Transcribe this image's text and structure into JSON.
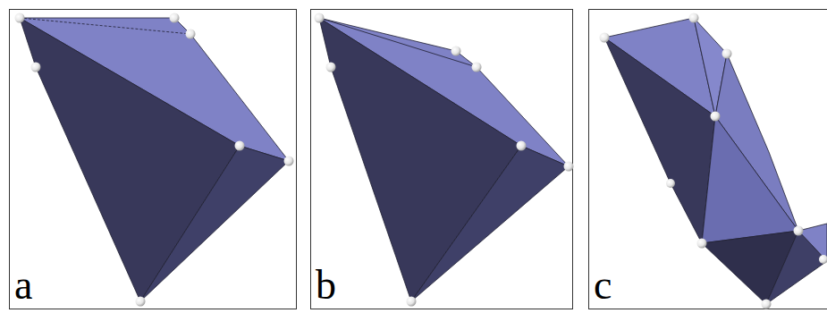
{
  "diagram": {
    "labels": [
      "a",
      "b",
      "c"
    ]
  }
}
